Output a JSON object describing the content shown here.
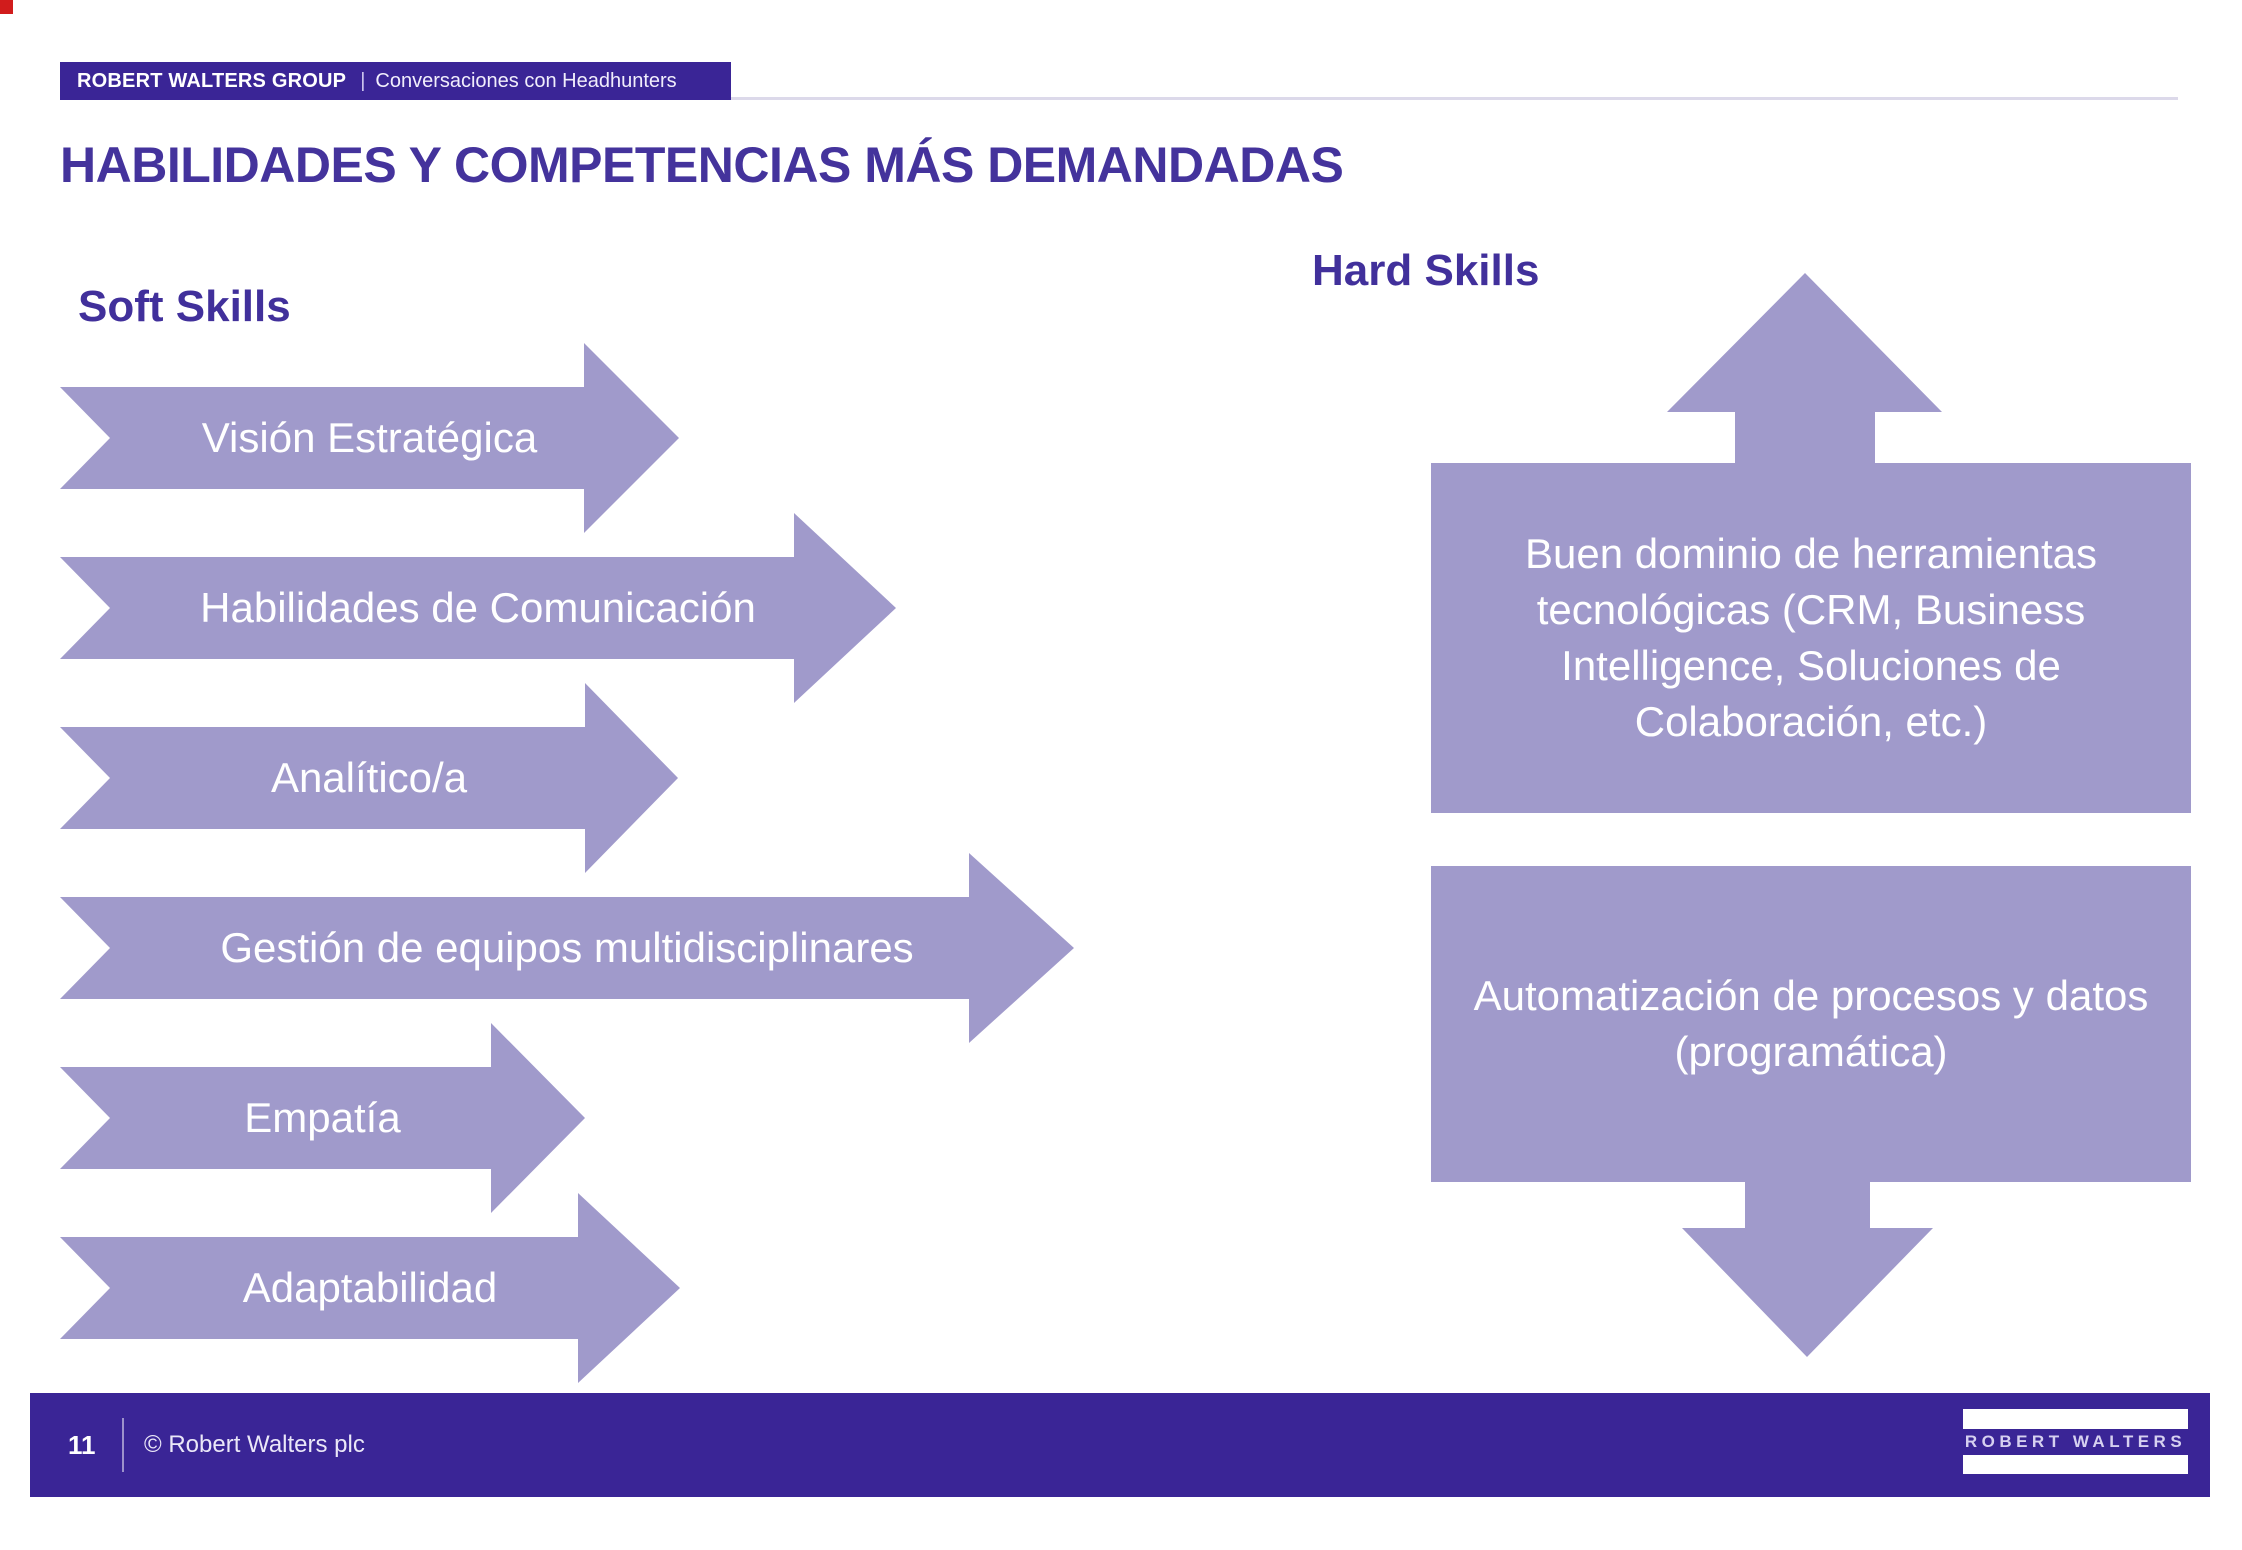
{
  "slide": {
    "header": {
      "brand": "ROBERT WALTERS GROUP",
      "separator": "|",
      "tagline": "Conversaciones con Headhunters"
    },
    "title": "HABILIDADES Y COMPETENCIAS MÁS DEMANDADAS",
    "soft_skills": {
      "heading": "Soft Skills",
      "items": [
        "Visión Estratégica",
        "Habilidades de Comunicación",
        "Analítico/a",
        "Gestión de equipos multidisciplinares",
        "Empatía",
        "Adaptabilidad"
      ]
    },
    "hard_skills": {
      "heading": "Hard Skills",
      "items": [
        "Buen dominio de herramientas tecnológicas (CRM, Business Intelligence, Soluciones de Colaboración, etc.)",
        "Automatización de procesos y datos (programática)"
      ]
    },
    "footer": {
      "page_number": "11",
      "copyright": "© Robert Walters plc",
      "logo_text": "ROBERT WALTERS"
    }
  },
  "colors": {
    "accent_dark": "#3a2596",
    "accent_light": "#a09acb",
    "title_text": "#44339c",
    "heading_text": "#41309b"
  }
}
